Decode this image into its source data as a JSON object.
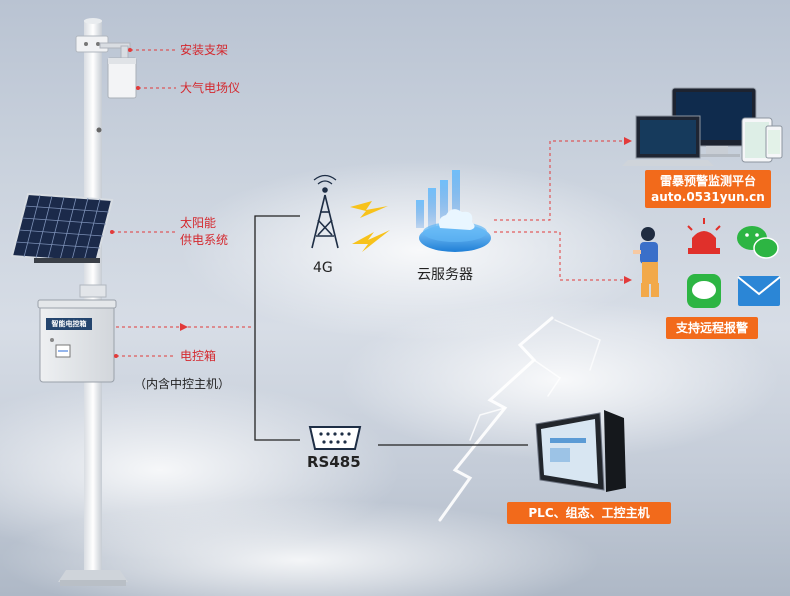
{
  "pole_labels": {
    "mount_bracket": "安装支架",
    "field_meter": "大气电场仪",
    "solar_line1": "太阳能",
    "solar_line2": "供电系统",
    "control_box": "电控箱",
    "control_box_note": "（内含中控主机）",
    "box_plate": "智能电控箱"
  },
  "nodes": {
    "cell": "4G",
    "cloud": "云服务器",
    "serial": "RS485"
  },
  "badges": {
    "platform_line1": "雷暴预警监测平台",
    "platform_line2": "auto.0531yun.cn",
    "alarm": "支持远程报警",
    "plc": "PLC、组态、工控主机"
  },
  "colors": {
    "label_red": "#d4282e",
    "badge_orange": "#f26a1b",
    "cloud_blue": "#3aa6ec"
  }
}
